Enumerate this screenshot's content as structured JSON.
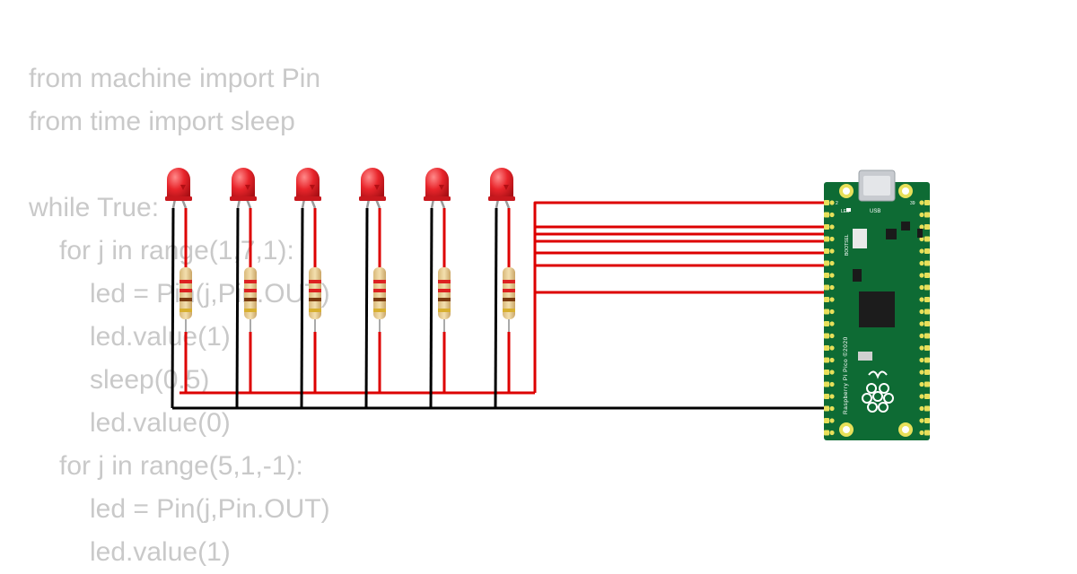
{
  "code_lines": [
    {
      "text": "from machine import Pin",
      "indent": 0
    },
    {
      "text": "from time import sleep",
      "indent": 0
    },
    {
      "text": "",
      "indent": 0
    },
    {
      "text": "while True:",
      "indent": 0
    },
    {
      "text": "for j in range(1,7,1):",
      "indent": 1
    },
    {
      "text": "led = Pin(j,Pin.OUT)",
      "indent": 2
    },
    {
      "text": "led.value(1)",
      "indent": 2
    },
    {
      "text": "sleep(0.5)",
      "indent": 2
    },
    {
      "text": "led.value(0)",
      "indent": 2
    },
    {
      "text": "for j in range(5,1,-1):",
      "indent": 1
    },
    {
      "text": "led = Pin(j,Pin.OUT)",
      "indent": 2
    },
    {
      "text": "led.value(1)",
      "indent": 2
    }
  ],
  "led_count": 6,
  "led_color": "#e8252b",
  "wire_signal_color": "#dd0000",
  "wire_ground_color": "#000000",
  "board": {
    "silk_usb": "USB",
    "silk_led": "LED",
    "silk_bootsel": "BOOTSEL",
    "silk_pin_left": "2",
    "silk_pin_right": "39",
    "silk_vertical": "Raspberry Pi Pico ©2020",
    "pcb_color": "#0e6b34",
    "pad_color": "#e8e05a"
  }
}
